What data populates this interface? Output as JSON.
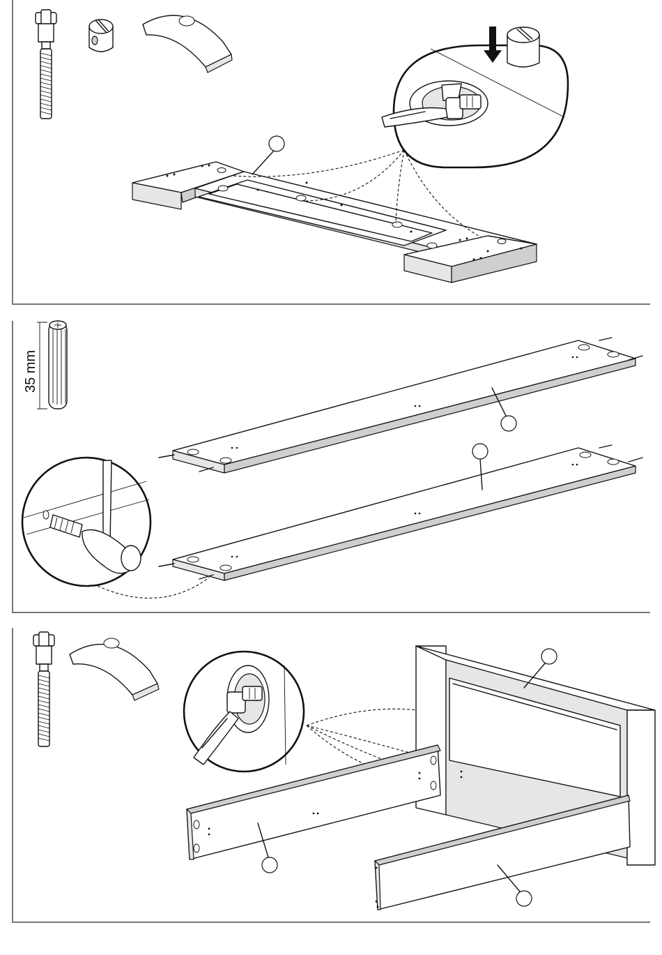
{
  "panels": [
    {
      "id": "step-1",
      "parts": [
        "cam-bolt",
        "cam-lock-nut",
        "bracket-plate"
      ]
    },
    {
      "id": "step-2",
      "parts": [
        "wood-dowel"
      ],
      "dowel_length_label": "35 mm"
    },
    {
      "id": "step-3",
      "parts": [
        "cam-bolt",
        "bracket-plate"
      ]
    }
  ],
  "dimension": {
    "dowel_length": "35 mm"
  },
  "colors": {
    "line": "#111111",
    "frame": "#777777",
    "shade": "#e6e6e6"
  }
}
